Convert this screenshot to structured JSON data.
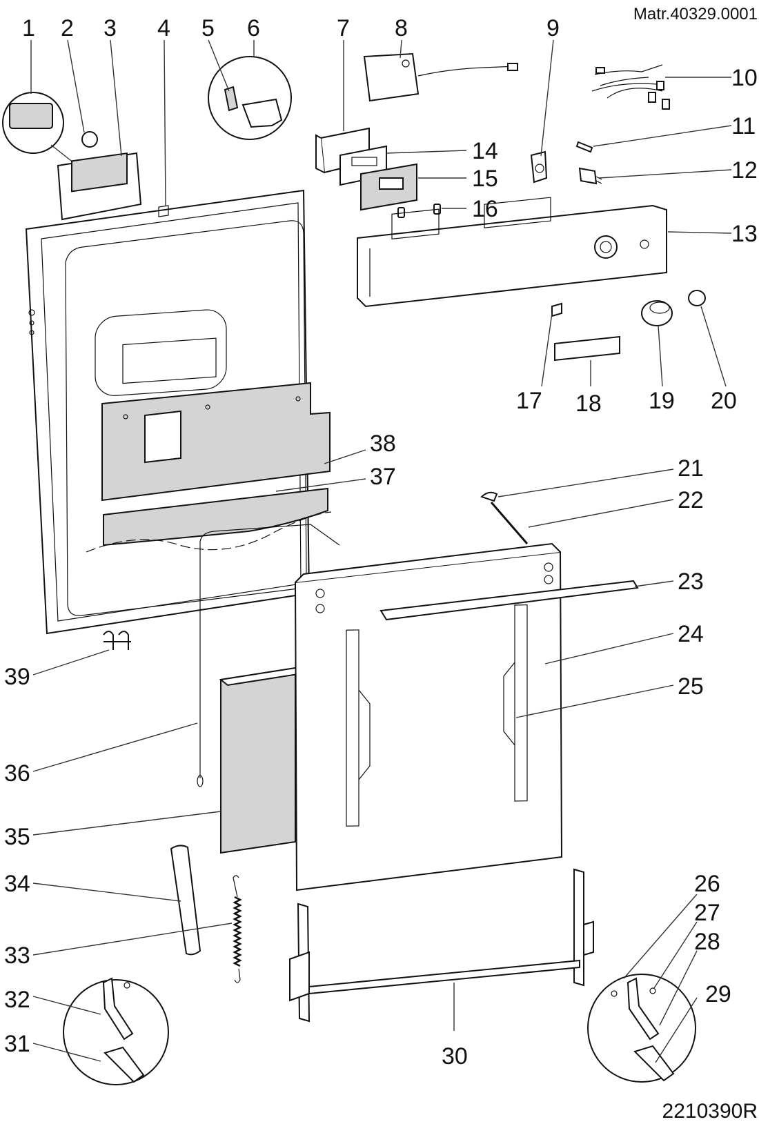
{
  "header": {
    "material_code": "Matr.40329.0001"
  },
  "footer": {
    "drawing_code": "2210390R"
  },
  "callouts": [
    "1",
    "2",
    "3",
    "4",
    "5",
    "6",
    "7",
    "8",
    "9",
    "10",
    "11",
    "12",
    "13",
    "14",
    "15",
    "16",
    "17",
    "18",
    "19",
    "20",
    "21",
    "22",
    "23",
    "24",
    "25",
    "26",
    "27",
    "28",
    "29",
    "30",
    "31",
    "32",
    "33",
    "34",
    "35",
    "36",
    "37",
    "38",
    "39"
  ]
}
